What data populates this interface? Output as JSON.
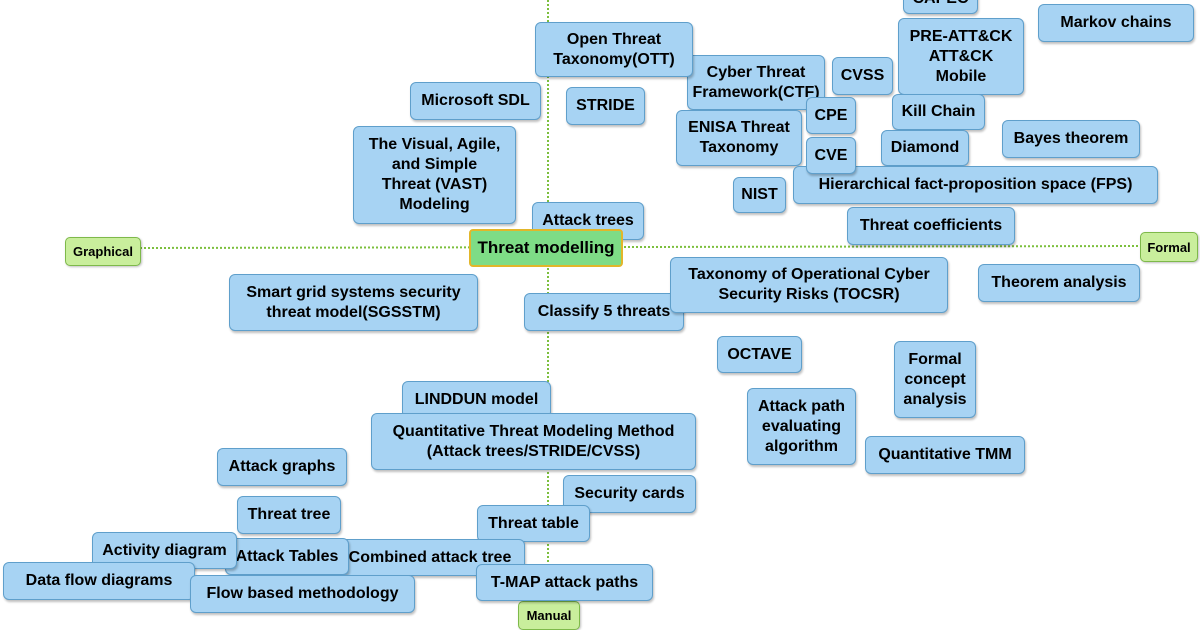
{
  "center": "Threat modelling",
  "axes": {
    "left": "Graphical",
    "right": "Formal",
    "bottom": "Manual"
  },
  "nodes": {
    "capec": "CAPEC",
    "markov_chains": "Markov chains",
    "open_threat_taxonomy": "Open Threat\nTaxonomy(OTT)",
    "cyber_threat_framework": "Cyber Threat\nFramework(CTF)",
    "cvss": "CVSS",
    "pre_attack": "PRE-ATT&CK\nATT&CK\nMobile",
    "microsoft_sdl": "Microsoft SDL",
    "stride": "STRIDE",
    "cpe": "CPE",
    "kill_chain": "Kill Chain",
    "enisa": "ENISA Threat\nTaxonomy",
    "bayes_theorem": "Bayes theorem",
    "vast": "The Visual, Agile,\nand Simple\nThreat (VAST)\nModeling",
    "cve": "CVE",
    "diamond": "Diamond",
    "nist": "NIST",
    "fps": "Hierarchical fact-proposition space (FPS)",
    "attack_trees": "Attack trees",
    "threat_coefficients": "Threat coefficients",
    "tocsr": "Taxonomy of Operational Cyber\nSecurity Risks (TOCSR)",
    "theorem_analysis": "Theorem analysis",
    "sgsstm": "Smart grid systems security\nthreat model(SGSSTM)",
    "classify_5_threats": "Classify 5 threats",
    "octave": "OCTAVE",
    "formal_concept_analysis": "Formal\nconcept\nanalysis",
    "linddun": "LINDDUN model",
    "attack_path": "Attack path\nevaluating\nalgorithm",
    "qtmm": "Quantitative Threat Modeling Method\n(Attack trees/STRIDE/CVSS)",
    "quantitative_tmm": "Quantitative TMM",
    "attack_graphs": "Attack graphs",
    "security_cards": "Security cards",
    "threat_tree": "Threat tree",
    "threat_table": "Threat table",
    "activity_diagram": "Activity diagram",
    "attack_tables": "Attack Tables",
    "combined_attack_tree": "Combined attack tree",
    "data_flow_diagrams": "Data flow diagrams",
    "flow_based_methodology": "Flow based methodology",
    "tmap": "T-MAP attack paths"
  }
}
